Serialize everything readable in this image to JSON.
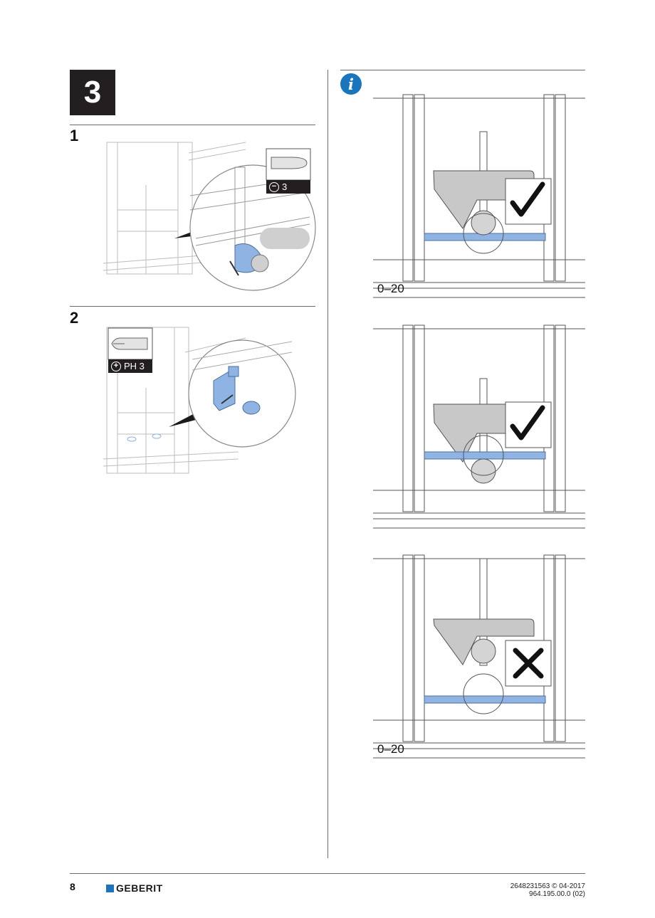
{
  "step": {
    "number": "3"
  },
  "substeps": [
    {
      "number": "1",
      "tool_label": "3"
    },
    {
      "number": "2",
      "tool_label": "PH 3"
    }
  ],
  "info": {
    "icon": "info-icon"
  },
  "diagrams": [
    {
      "status": "correct",
      "status_icon": "checkmark-icon",
      "range_label": "0–20"
    },
    {
      "status": "correct",
      "status_icon": "checkmark-icon",
      "range_label": ""
    },
    {
      "status": "incorrect",
      "status_icon": "cross-icon",
      "range_label": "0–20"
    }
  ],
  "footer": {
    "page_number": "8",
    "brand": "GEBERIT",
    "doc_code_line1": "2648231563 © 04-2017",
    "doc_code_line2": "964.195.00.0 (02)"
  },
  "colors": {
    "accent_blue": "#1e73be",
    "info_blue": "#1976bd",
    "part_blue": "#8fb4e3",
    "dark": "#231f20"
  }
}
